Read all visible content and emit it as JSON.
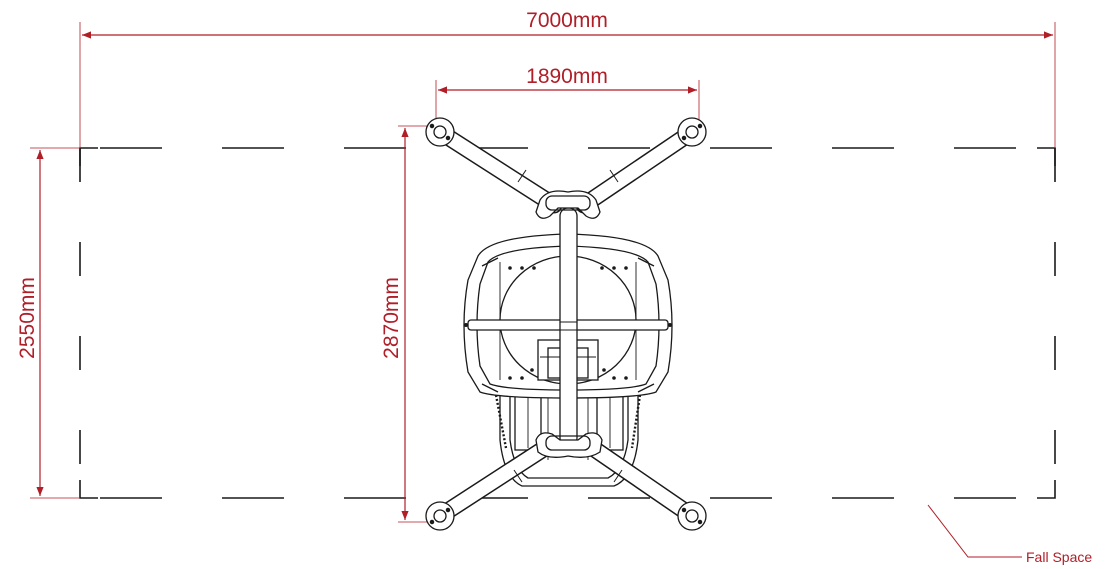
{
  "dimensions": {
    "overall_length": "7000mm",
    "leg_span": "1890mm",
    "overall_width": "2550mm",
    "leg_length": "2870mm"
  },
  "annotations": {
    "fall_space": "Fall Space"
  },
  "colors": {
    "dimension": "#b01e28",
    "outline": "#1a1a1a",
    "fill": "#ffffff"
  }
}
